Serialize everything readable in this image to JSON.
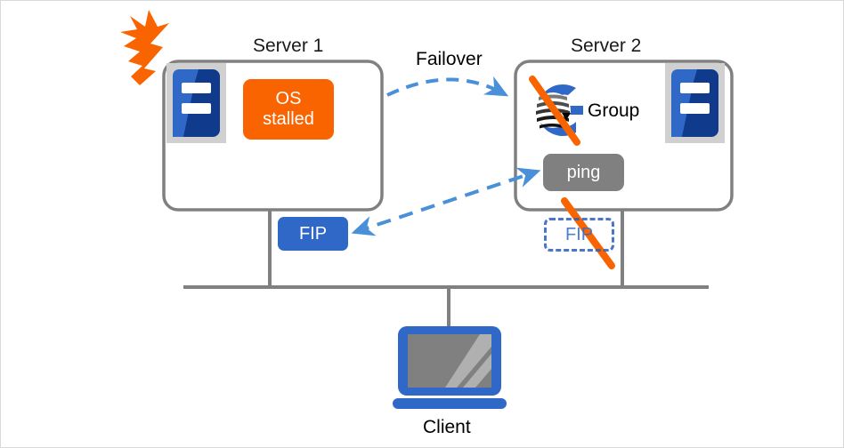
{
  "diagram": {
    "title_server1": "Server 1",
    "title_server2": "Server 2",
    "failover_label": "Failover",
    "os_stalled_line1": "OS",
    "os_stalled_line2": "stalled",
    "group_label": "Group",
    "ping_label": "ping",
    "fip_active_label": "FIP",
    "fip_inactive_label": "FIP",
    "client_label": "Client"
  },
  "colors": {
    "orange": "#fa6400",
    "blue_primary": "#3068c8",
    "blue_dark": "#103a8c",
    "blue_arrow": "#4a90d9",
    "gray_line": "#808080",
    "gray_box": "#808080",
    "frame_gray": "#d0d0d0",
    "border_gray": "#d9d9d9",
    "text_black": "#000000",
    "white": "#ffffff"
  },
  "icons": {
    "server1": "server-icon",
    "server2": "server-icon",
    "group": "group-icon",
    "client": "monitor-icon",
    "fault": "lightning-burst-icon",
    "disable_group": "slash-icon",
    "disable_fip": "slash-icon"
  }
}
